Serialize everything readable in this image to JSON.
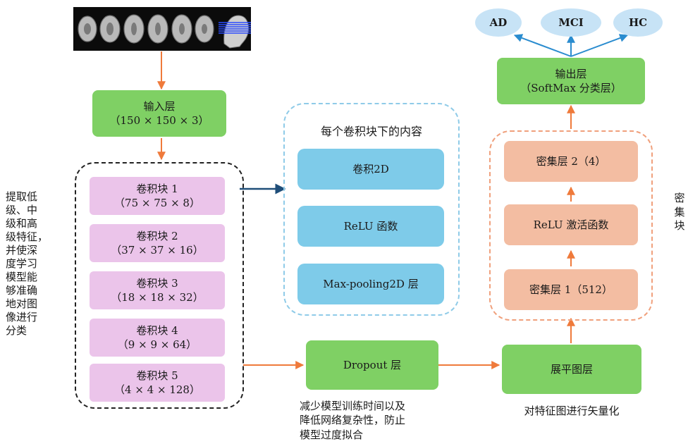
{
  "input_image": {
    "alt_icon": "mri-brain-slices-icon"
  },
  "input_layer": {
    "title": "输入层",
    "shape": "（150 × 150 × 3）"
  },
  "conv_blocks": [
    {
      "title": "卷积块 1",
      "shape": "（75 × 75 × 8）"
    },
    {
      "title": "卷积块 2",
      "shape": "（37 × 37 × 16）"
    },
    {
      "title": "卷积块 3",
      "shape": "（18 × 18 × 32）"
    },
    {
      "title": "卷积块 4",
      "shape": "（9 × 9 × 64）"
    },
    {
      "title": "卷积块 5",
      "shape": "（4 × 4 × 128）"
    }
  ],
  "left_note": [
    "提取低",
    "级、中",
    "级和高",
    "级特征，",
    "并使深",
    "度学习",
    "模型能",
    "够准确",
    "地对图",
    "像进行",
    "分类"
  ],
  "block_detail": {
    "heading": "每个卷积块下的内容",
    "items": [
      "卷积2D",
      "ReLU 函数",
      "Max-pooling2D 层"
    ]
  },
  "dropout": {
    "label": "Dropout 层",
    "note": [
      "减少模型训练时间以及",
      "降低网络复杂性，防止",
      "模型过度拟合"
    ]
  },
  "flatten": {
    "label": "展平图层",
    "note": "对特征图进行矢量化"
  },
  "dense_group": {
    "items": [
      "密集层 1（512）",
      "ReLU 激活函数",
      "密集层 2（4）"
    ],
    "side_label": [
      "密",
      "集",
      "块"
    ]
  },
  "output_layer": {
    "title": "输出层",
    "subtitle": "（SoftMax 分类层）"
  },
  "classes": [
    "AD",
    "MCI",
    "HC"
  ],
  "colors": {
    "green": "#7fd064",
    "pink": "#ebc4ea",
    "blue": "#7ecbe9",
    "peach": "#f3bda2",
    "ellipse": "#c7e3f6",
    "orange_arrow": "#ef7a3b",
    "navy_arrow": "#1f4e79",
    "teal_arrow": "#2a8ccf"
  }
}
